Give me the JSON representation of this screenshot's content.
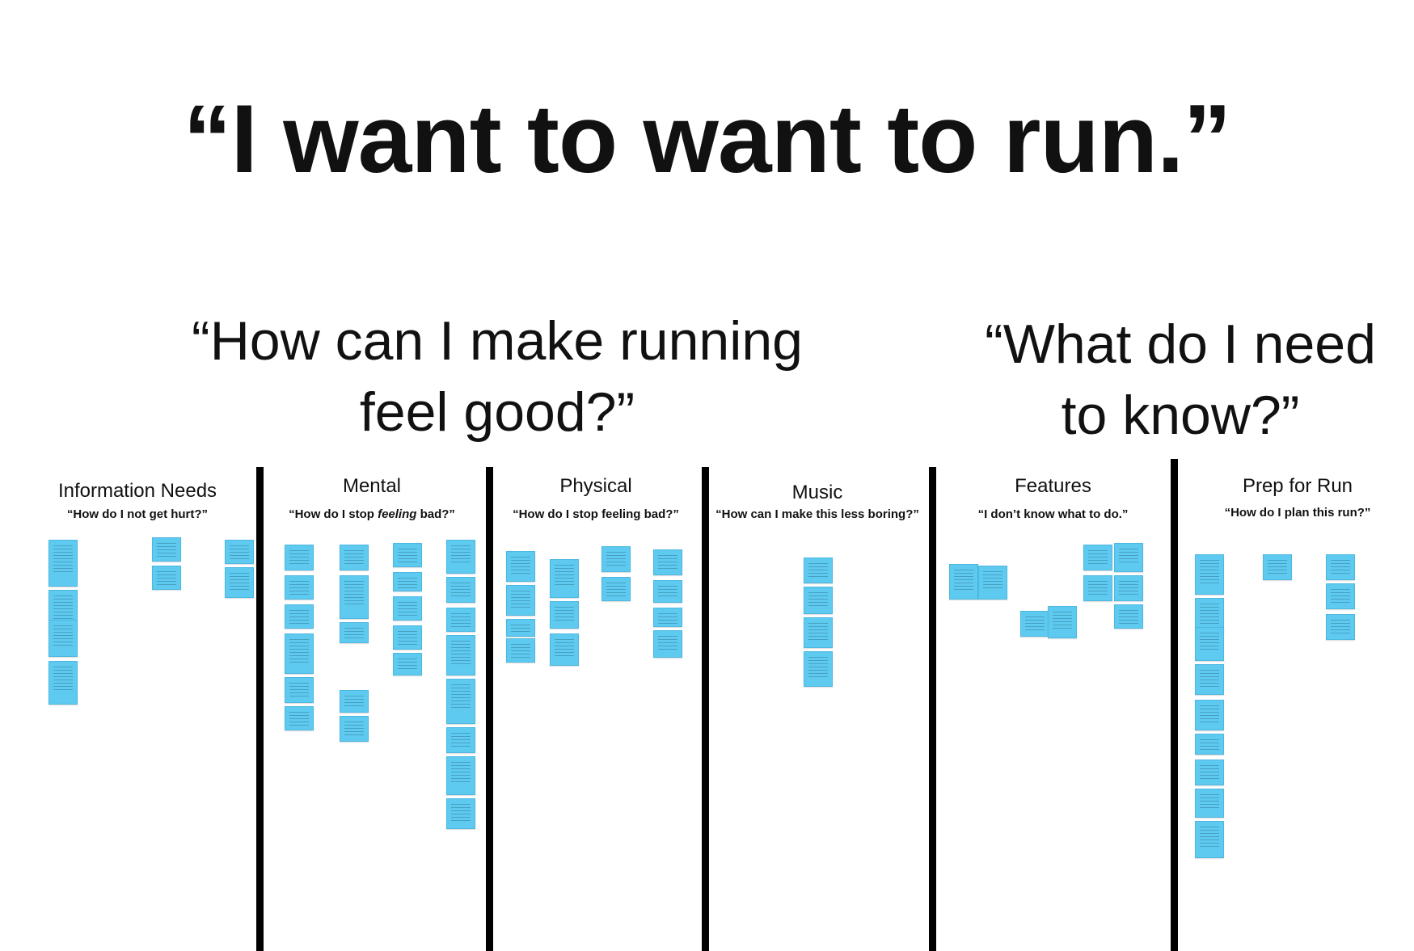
{
  "main_title": "“I want to want to run.”",
  "groups": [
    {
      "question_line1": "“How can I make running",
      "question_line2": "feel good?”"
    },
    {
      "question_line1": "“What do I need",
      "question_line2": "to know?”"
    }
  ],
  "columns": [
    {
      "title": "Information Needs",
      "subtitle": "“How do I not get hurt?”"
    },
    {
      "title": "Mental",
      "subtitle_pre": "“How do I stop ",
      "subtitle_em": "feeling",
      "subtitle_post": " bad?”"
    },
    {
      "title": "Physical",
      "subtitle": "“How do I stop feeling bad?”"
    },
    {
      "title": "Music",
      "subtitle": "“How can I make this less boring?”"
    },
    {
      "title": "Features",
      "subtitle": "“I don’t know what to do.”"
    },
    {
      "title": "Prep for Run",
      "subtitle": "“How do I plan this run?”"
    }
  ],
  "colors": {
    "sticky_note": "#5fcaf0",
    "divider": "#000000",
    "background": "#ffffff"
  }
}
